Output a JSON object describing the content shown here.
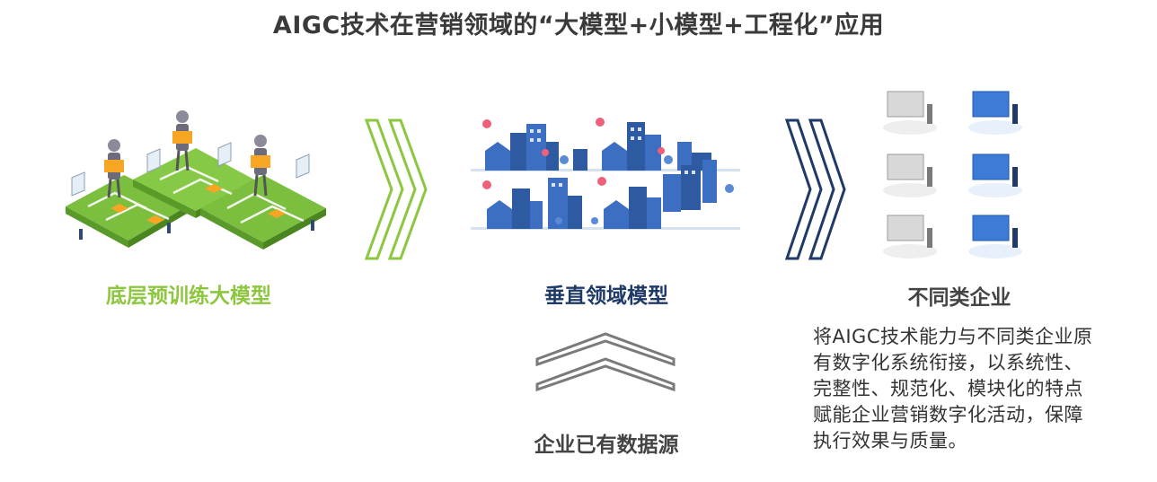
{
  "title": "AIGC技术在营销领域的“大模型+小模型+工程化”应用",
  "blocks": {
    "large_model": {
      "label": "底层预训练大模型"
    },
    "vertical_model": {
      "label": "垂直领域模型"
    },
    "enterprises": {
      "label": "不同类企业"
    },
    "data_source": {
      "label": "企业已有数据源"
    }
  },
  "description": "将AIGC技术能力与不同类企业原有数字化系统衔接，以系统性、完整性、规范化、模块化的特点赋能企业营销数字化活动，保障执行效果与质量。",
  "colors": {
    "green": "#8dc63f",
    "navy": "#1f3a68",
    "city_blue": "#3c6fc1",
    "gray": "#7a7a7a"
  }
}
